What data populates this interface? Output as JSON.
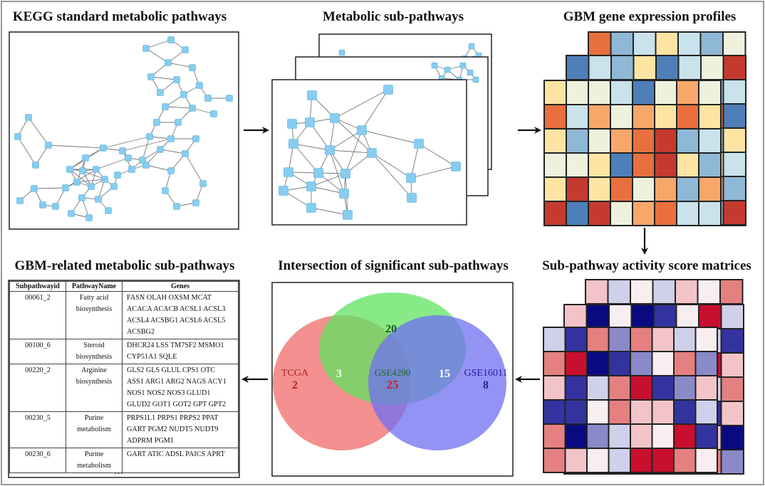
{
  "titles": {
    "kegg": "KEGG standard metabolic pathways",
    "sub": "Metabolic sub-pathways",
    "gbm": "GBM gene expression profiles",
    "related": "GBM-related metabolic sub-pathways",
    "intersection": "Intersection of significant sub-pathways",
    "activity": "Sub-pathway activity score matrices"
  },
  "table": {
    "headers": [
      "Subpathwayid",
      "PathwayName",
      "Genes"
    ],
    "rows": [
      {
        "id": "00061_2",
        "name": [
          "Fatty acid",
          "biosynthesis"
        ],
        "genes": [
          "FASN OLAH OXSM MCAT",
          "ACACA ACACB ACSL1 ACSL3",
          "ACSL4 ACSBG1 ACSL6 ACSL5",
          "ACSBG2"
        ]
      },
      {
        "id": "00100_6",
        "name": [
          "Steroid",
          "biosynthesis"
        ],
        "genes": [
          "DHCR24 LSS TM7SF2 MSMO1",
          "CYP51A1 SQLE"
        ]
      },
      {
        "id": "00220_2",
        "name": [
          "Arginine",
          "biosynthesis"
        ],
        "genes": [
          "GLS2 GLS GLUL CPS1 OTC",
          "ASS1 ARG1 ARG2 NAGS ACY1",
          "NOS1 NOS2 NOS3 GLUD1",
          "GLUD2 GOT1 GOT2 GPT GPT2"
        ]
      },
      {
        "id": "00230_5",
        "name": [
          "Purine",
          "metabolism"
        ],
        "genes": [
          "PRPS1L1 PRPS1 PRPS2 PPAT",
          "GART PGM2 NUDT5 NUDT9",
          "ADPRM PGM1"
        ]
      },
      {
        "id": "00230_6",
        "name": [
          "Purine",
          "metabolism"
        ],
        "genes": [
          "GART ATIC ADSL PAICS APRT"
        ]
      }
    ],
    "ellipsis": "…"
  },
  "venn": {
    "sets": [
      "TCGA",
      "GSE4290",
      "GSE16011"
    ],
    "colors": {
      "tcga": "#f06b6b",
      "gse4290": "#5fe35f",
      "gse16011": "#6f6ff2",
      "tcga_label": "#b22222",
      "gse16011_label": "#1f1fa0",
      "center_label": "#1a6b1a",
      "center_count": "#cc2222"
    },
    "counts": {
      "tcga_only": "2",
      "gse16011_only": "8",
      "gse4290_only": "20",
      "tcga_gse4290": "3",
      "gse4290_gse16011": "15",
      "all_three": "25"
    }
  },
  "heatmap_colors": {
    "expression": [
      "#c53a2e",
      "#e8703f",
      "#f7a76a",
      "#fde4a3",
      "#eef2dc",
      "#c9e2ec",
      "#8fb8d6",
      "#4f7fb8"
    ],
    "activity": [
      "#c8102e",
      "#e58080",
      "#f2c4c8",
      "#f8eef0",
      "#d0d0ea",
      "#8a8ac8",
      "#3333a0",
      "#0a0a80"
    ]
  }
}
